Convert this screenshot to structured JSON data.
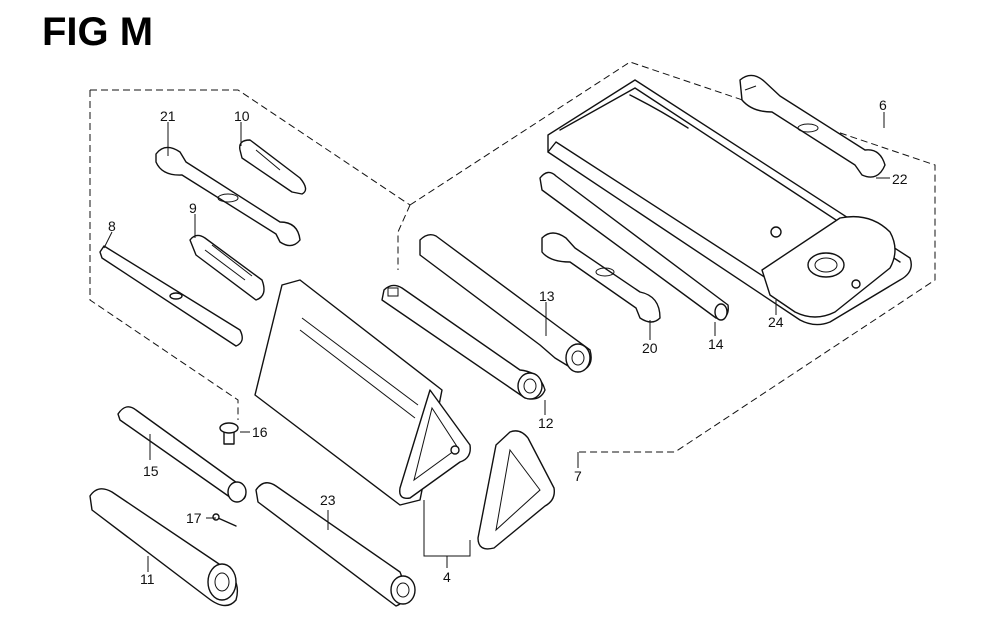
{
  "figure_title": "FIG M",
  "callouts": {
    "c4": "4",
    "c6": "6",
    "c7": "7",
    "c8": "8",
    "c9": "9",
    "c10": "10",
    "c11": "11",
    "c12": "12",
    "c13": "13",
    "c14": "14",
    "c15": "15",
    "c16": "16",
    "c17": "17",
    "c20": "20",
    "c21": "21",
    "c22": "22",
    "c23": "23",
    "c24": "24"
  }
}
